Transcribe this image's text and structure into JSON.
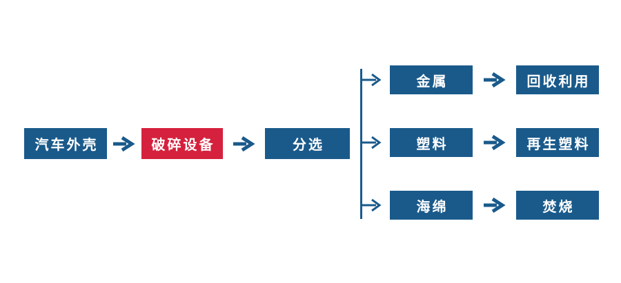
{
  "colors": {
    "box_blue": "#1a5a8b",
    "box_red": "#d5213d",
    "arrow_blue": "#1a5a8b",
    "text_white": "#ffffff"
  },
  "flow": {
    "main": [
      {
        "label": "汽车外壳",
        "variant": "blue"
      },
      {
        "label": "破碎设备",
        "variant": "red"
      },
      {
        "label": "分选",
        "variant": "blue"
      }
    ],
    "branches": [
      {
        "source": "金属",
        "result": "回收利用"
      },
      {
        "source": "塑料",
        "result": "再生塑料"
      },
      {
        "source": "海绵",
        "result": "焚烧"
      }
    ]
  }
}
